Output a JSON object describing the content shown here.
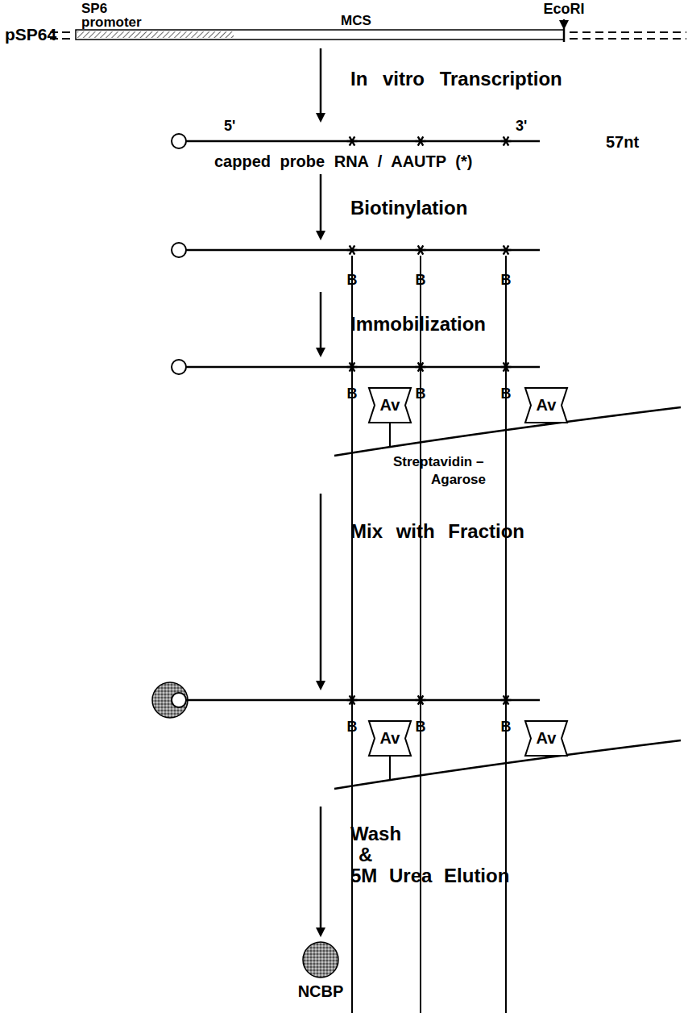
{
  "diagram": {
    "nodes": [
      {
        "text": [
          "SP6 promoter",
          "MCS"
        ]
      },
      {
        "text": [
          "Av"
        ]
      },
      {
        "text": [
          "Av"
        ]
      },
      {
        "text": [
          "Av"
        ]
      },
      {
        "text": [
          "Av"
        ]
      },
      {
        "text": [
          "NCBP"
        ]
      }
    ],
    "labels": [
      "pSP64",
      "EcoRI",
      "In vitro Transcription",
      "5'",
      "3'",
      "57nt",
      "capped probe RNA / AAUTP (*)",
      "Biotinylation",
      "B",
      "B",
      "B",
      "Immobilization",
      "B",
      "B",
      "B",
      "Streptavidin –",
      "Agarose",
      "Mix with Fraction",
      "B",
      "B",
      "B",
      "Wash",
      "&",
      "5M Urea Elution"
    ]
  }
}
